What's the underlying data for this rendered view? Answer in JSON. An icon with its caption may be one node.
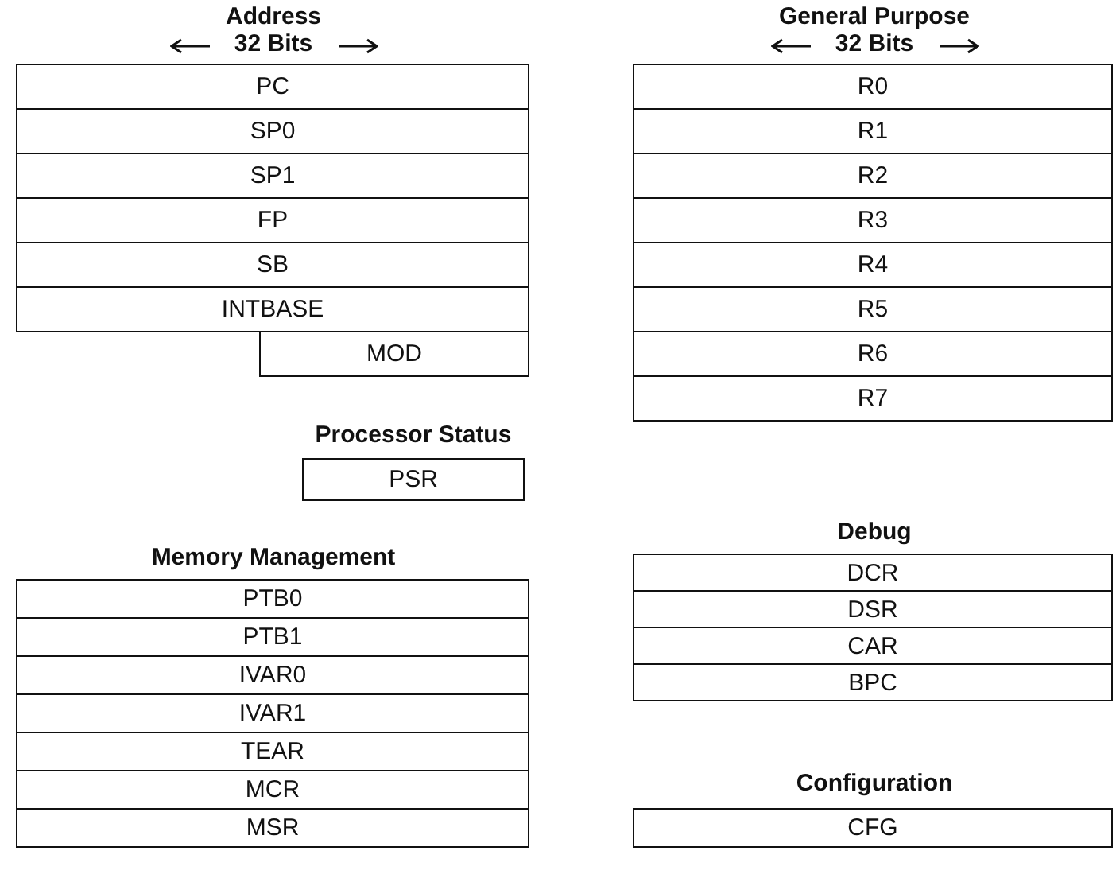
{
  "diagram": {
    "nodes": [
      {
        "text": [
          "PC"
        ]
      },
      {
        "text": [
          "SP0"
        ]
      },
      {
        "text": [
          "SP1"
        ]
      },
      {
        "text": [
          "FP"
        ]
      },
      {
        "text": [
          "SB"
        ]
      },
      {
        "text": [
          "INTBASE"
        ]
      },
      {
        "text": [
          "MOD"
        ]
      },
      {
        "text": [
          "R0"
        ]
      },
      {
        "text": [
          "R1"
        ]
      },
      {
        "text": [
          "R2"
        ]
      },
      {
        "text": [
          "R3"
        ]
      },
      {
        "text": [
          "R4"
        ]
      },
      {
        "text": [
          "R5"
        ]
      },
      {
        "text": [
          "R6"
        ]
      },
      {
        "text": [
          "R7"
        ]
      },
      {
        "text": [
          "PSR"
        ]
      },
      {
        "text": [
          "DCR"
        ]
      },
      {
        "text": [
          "DSR"
        ]
      },
      {
        "text": [
          "CAR"
        ]
      },
      {
        "text": [
          "BPC"
        ]
      },
      {
        "text": [
          "PTB0"
        ]
      },
      {
        "text": [
          "PTB1"
        ]
      },
      {
        "text": [
          "IVAR0"
        ]
      },
      {
        "text": [
          "IVAR1"
        ]
      },
      {
        "text": [
          "TEAR"
        ]
      },
      {
        "text": [
          "MCR"
        ]
      },
      {
        "text": [
          "MSR"
        ]
      },
      {
        "text": [
          "CFG"
        ]
      }
    ],
    "labels": [
      "Address",
      "32 Bits",
      "General Purpose",
      "32 Bits",
      "Processor Status",
      "Debug",
      "Memory Management",
      "Configuration"
    ]
  }
}
